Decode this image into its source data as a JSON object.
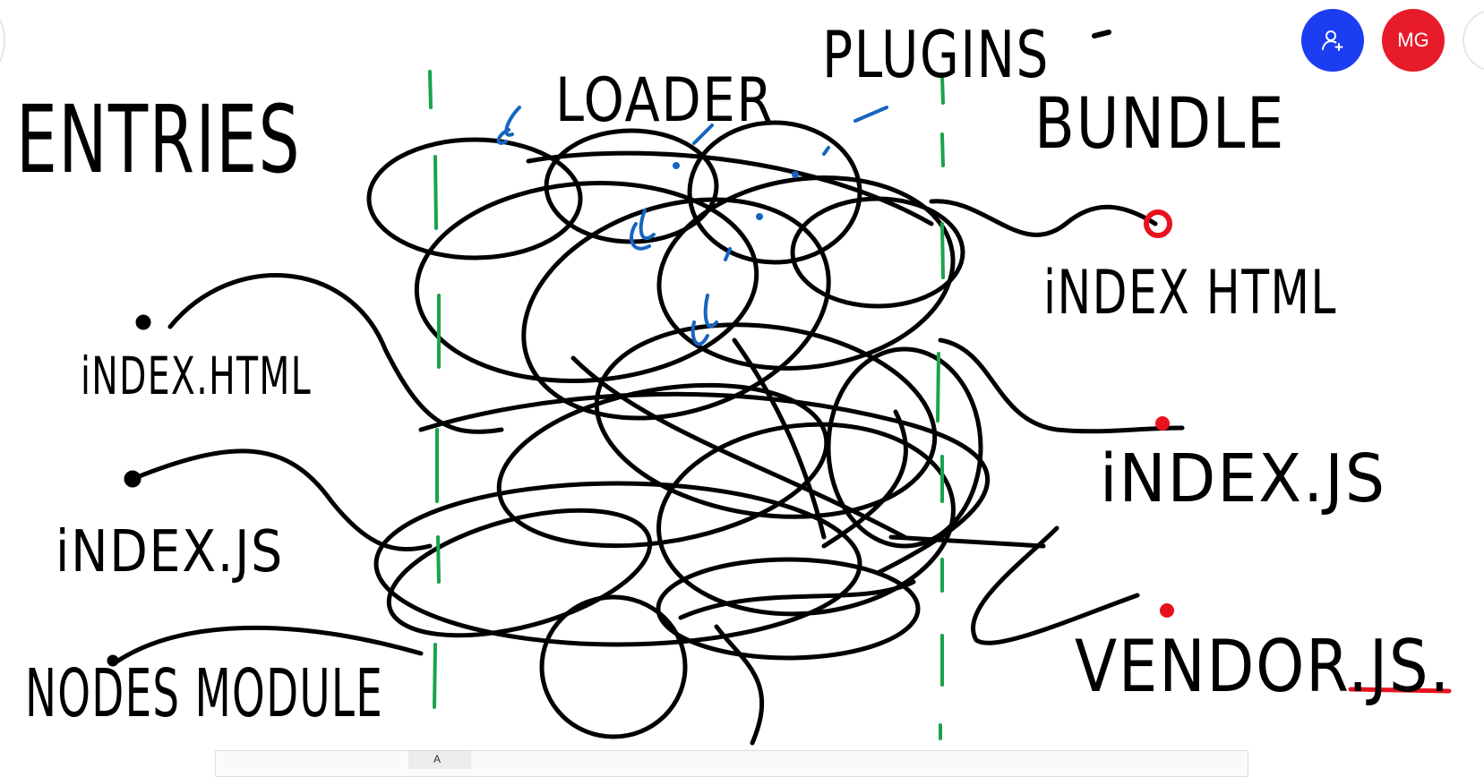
{
  "board": {
    "labels": {
      "entries": "ENTRIES",
      "loader": "LOADER",
      "plugins": "PLUGINS",
      "bundle": "BUNDLE",
      "input_html": "iNDEX.HTML",
      "input_js": "iNDEX.JS",
      "input_nodes": "NODES MODULE",
      "output_html": "iNDEX HTML",
      "output_js": "iNDEX.JS",
      "output_vendor": "VENDOR.JS."
    },
    "colors": {
      "ink": "#000000",
      "loader": "#1565c0",
      "plugins": "#1aa34a",
      "bundle_outputs": "#e8121e"
    }
  },
  "collaboration": {
    "invite_icon": "add-person-icon",
    "user_initials": "MG",
    "invite_color": "#1b3ef2",
    "user_color": "#e81b2a"
  },
  "toolbar": {
    "active_tool_glyph": "A"
  }
}
